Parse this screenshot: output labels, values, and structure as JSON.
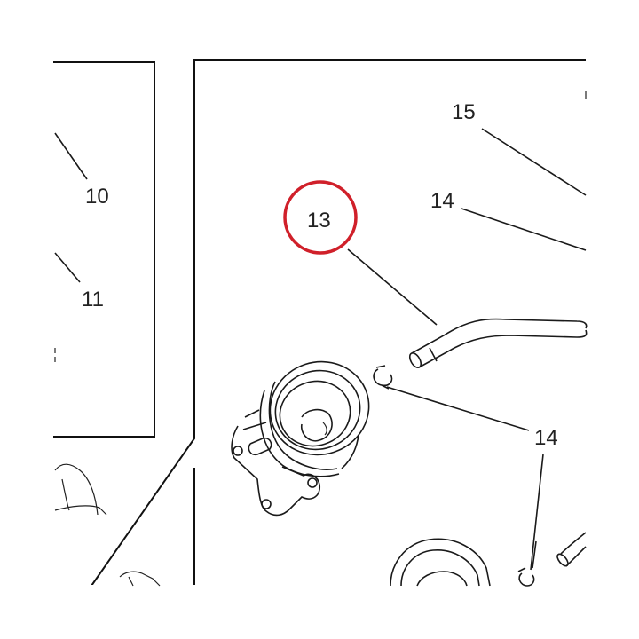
{
  "diagram": {
    "callouts": {
      "c10": "10",
      "c11": "11",
      "c13": "13",
      "c14_top": "14",
      "c14_right": "14",
      "c15": "15"
    },
    "highlight": {
      "target": "13",
      "color": "#d0202a"
    }
  }
}
